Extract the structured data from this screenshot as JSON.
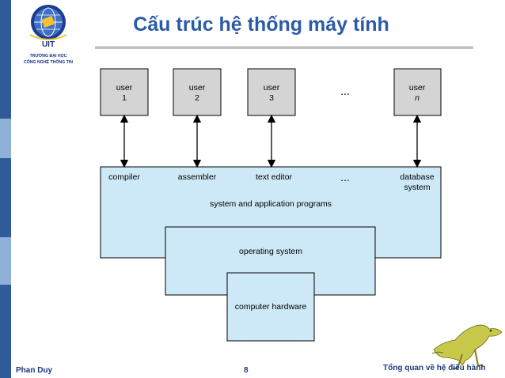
{
  "title": "Cấu trúc hệ thống máy tính",
  "logo": {
    "abbr": "UIT",
    "line1": "TRƯỜNG ĐẠI HỌC",
    "line2": "CÔNG NGHỆ THÔNG TIN"
  },
  "diagram": {
    "users": [
      {
        "line1": "user",
        "line2": "1"
      },
      {
        "line1": "user",
        "line2": "2"
      },
      {
        "line1": "user",
        "line2": "3"
      },
      {
        "line1": "user",
        "line2": "n"
      }
    ],
    "ellipsis": "...",
    "programs": {
      "compiler": "compiler",
      "assembler": "assembler",
      "text_editor": "text editor",
      "database_line1": "database",
      "database_line2": "system",
      "layer_label": "system and application programs"
    },
    "operating_system": "operating system",
    "hardware": "computer hardware"
  },
  "footer": {
    "author": "Phan Duy",
    "page": "8",
    "topic": "Tổng quan về hệ điều hành"
  },
  "colors": {
    "title": "#2b5aa9",
    "user_box": "#d4d4d4",
    "layer_fill": "#cde9f7",
    "leftbar": "#2f5c99"
  }
}
